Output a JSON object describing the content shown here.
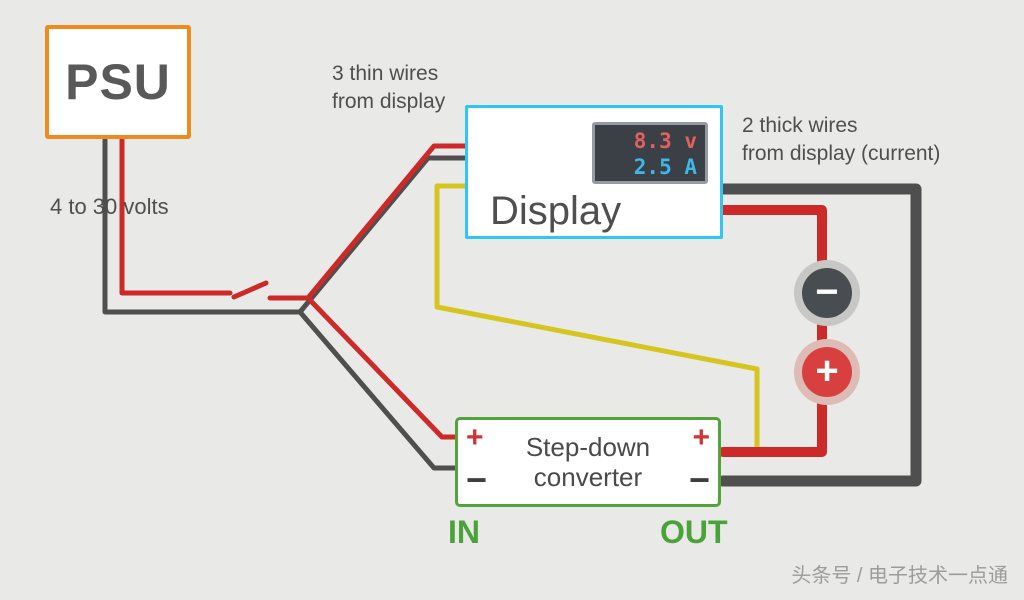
{
  "psu": {
    "label": "PSU",
    "voltage_note": "4 to 30 volts"
  },
  "annotations": {
    "thin_wires_line1": "3 thin wires",
    "thin_wires_line2": "from display",
    "thick_wires_line1": "2 thick wires",
    "thick_wires_line2": "from display (current)"
  },
  "display": {
    "label": "Display",
    "screen": {
      "volts": "8.3 v",
      "amps": "2.5 A"
    }
  },
  "converter": {
    "line1": "Step-down",
    "line2": "converter",
    "in_label": "IN",
    "out_label": "OUT",
    "plus_glyph": "+",
    "minus_glyph": "−"
  },
  "terminals": {
    "minus_glyph": "−",
    "plus_glyph": "+"
  },
  "watermark": "头条号 / 电子技术一点通",
  "colors": {
    "background": "#e9e9e7",
    "psu_border": "#ef8b1c",
    "display_border": "#2fc6f1",
    "converter_border": "#53a33b",
    "wire_red": "#cc2929",
    "wire_gray": "#4f4f4f",
    "wire_yellow": "#d6c41f",
    "screen_bg": "#3b4046",
    "screen_volts_text": "#e2605e",
    "screen_amps_text": "#3eb7ea",
    "terminal_minus": "#484d52",
    "terminal_plus": "#d84040",
    "in_out_green": "#4aa339",
    "text": "#4f4f4f",
    "watermark": "#9c9c9c"
  }
}
